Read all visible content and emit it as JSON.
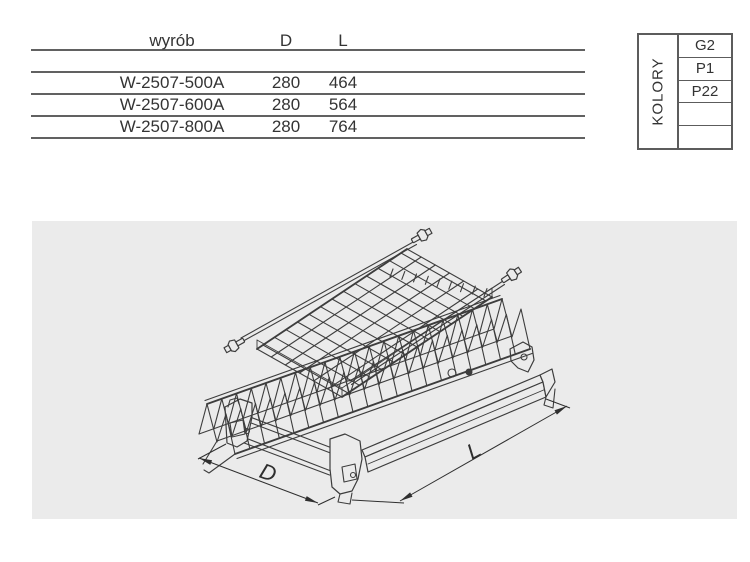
{
  "table": {
    "headers": {
      "product": "wyrób",
      "d": "D",
      "l": "L"
    },
    "rows": [
      {
        "product": "W-2507-500A",
        "d": "280",
        "l": "464"
      },
      {
        "product": "W-2507-600A",
        "d": "280",
        "l": "564"
      },
      {
        "product": "W-2507-800A",
        "d": "280",
        "l": "764"
      }
    ]
  },
  "colors_box": {
    "label": "KOLORY",
    "values": [
      "G2",
      "P1",
      "P22",
      "",
      ""
    ]
  },
  "drawing": {
    "dim_d_label": "D",
    "dim_l_label": "L",
    "line_color": "#3d3d3d",
    "background_color": "#ebebeb"
  }
}
